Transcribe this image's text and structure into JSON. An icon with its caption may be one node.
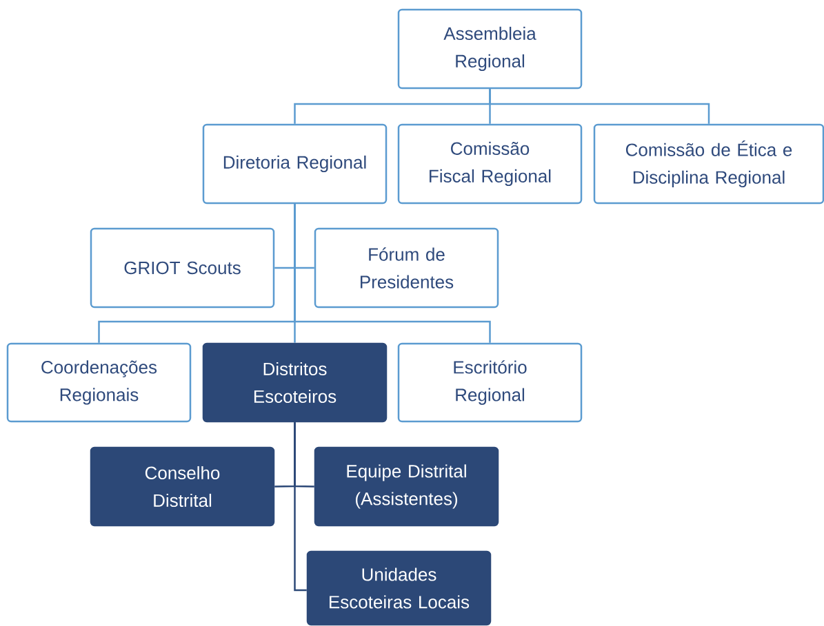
{
  "diagram": {
    "nodes": [
      {
        "text": [
          "Assembleia Regional"
        ]
      },
      {
        "text": [
          "Diretoria Regional"
        ]
      },
      {
        "text": [
          "Comissão Fiscal Regional"
        ]
      },
      {
        "text": [
          "Comissão de Ética e Disciplina Regional"
        ]
      },
      {
        "text": [
          "GRIOT Scouts"
        ]
      },
      {
        "text": [
          "Fórum de Presidentes"
        ]
      },
      {
        "text": [
          "Coordenações Regionais"
        ]
      },
      {
        "text": [
          "Distritos Escoteiros"
        ]
      },
      {
        "text": [
          "Escritório Regional"
        ]
      },
      {
        "text": [
          "Conselho Distrital"
        ]
      },
      {
        "text": [
          "Equipe Distrital (Assistentes)"
        ]
      },
      {
        "text": [
          "Unidades Escoteiras Locais"
        ]
      }
    ],
    "edges": [
      {
        "from": 0,
        "to": 1,
        "arrow": "none"
      },
      {
        "from": 0,
        "to": 2,
        "arrow": "none"
      },
      {
        "from": 0,
        "to": 3,
        "arrow": "none"
      },
      {
        "from": 1,
        "to": 4,
        "arrow": "none"
      },
      {
        "from": 1,
        "to": 5,
        "arrow": "none"
      },
      {
        "from": 1,
        "to": 6,
        "arrow": "none"
      },
      {
        "from": 1,
        "to": 7,
        "arrow": "none"
      },
      {
        "from": 1,
        "to": 8,
        "arrow": "none"
      },
      {
        "from": 7,
        "to": 9,
        "arrow": "none",
        "color": "#2c4877"
      },
      {
        "from": 7,
        "to": 10,
        "arrow": "none",
        "color": "#2c4877"
      },
      {
        "from": 7,
        "to": 11,
        "arrow": "none",
        "color": "#2c4877"
      }
    ]
  }
}
